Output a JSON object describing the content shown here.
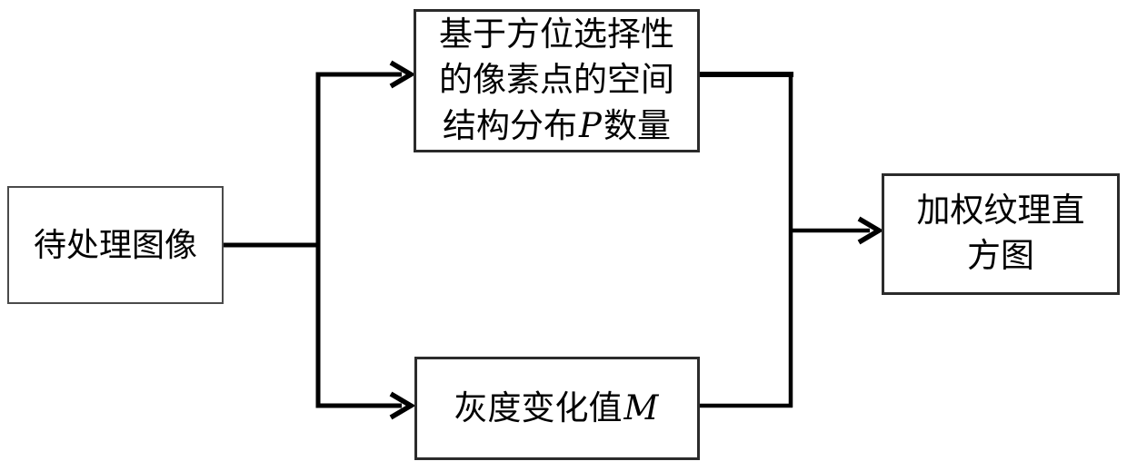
{
  "diagram": {
    "type": "flowchart",
    "background_color": "#ffffff",
    "line_color": "#000000",
    "box_border_color": "#2b2b2b",
    "text_color": "#000000",
    "nodes": {
      "input": {
        "label": "待处理图像"
      },
      "spatial_structure": {
        "label": "基于方位选择性的像素点的空间结构分布𝒫数量",
        "line1": "基于方位选择性",
        "line2": "的像素点的空间",
        "line3_pre": "结构分布",
        "line3_symbol": "P",
        "line3_post": "数量"
      },
      "gray_change": {
        "label": "灰度变化值ℳ",
        "text": "灰度变化值",
        "symbol": "M"
      },
      "output": {
        "label": "加权纹理直方图",
        "line1": "加权纹理直",
        "line2": "方图"
      }
    },
    "edges": [
      {
        "from": "input",
        "to": "spatial_structure"
      },
      {
        "from": "input",
        "to": "gray_change"
      },
      {
        "from": "spatial_structure",
        "to": "output"
      },
      {
        "from": "gray_change",
        "to": "output"
      }
    ]
  }
}
